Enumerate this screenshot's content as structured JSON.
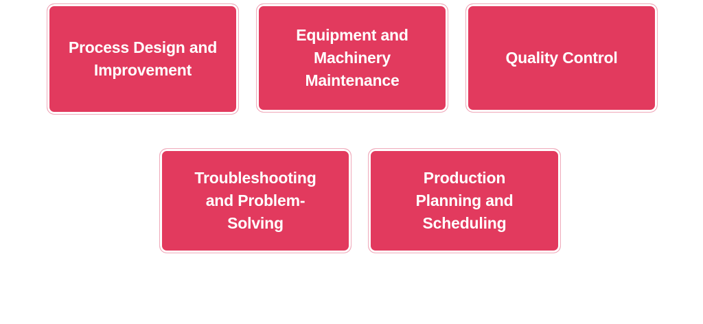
{
  "page": {
    "background_color": "#ffffff",
    "card_fill_color": "#e23a5e",
    "card_border_color": "#efa9ba",
    "card_inner_ring_color": "#ffffff",
    "card_text_color": "#ffffff"
  },
  "rows": [
    {
      "name": "top-row",
      "cards": [
        {
          "id": "process-design-and-improvement",
          "label": "Process Design and\nImprovement"
        },
        {
          "id": "equipment-and-machinery-maintenance",
          "label": "Equipment and\nMachinery\nMaintenance"
        },
        {
          "id": "quality-control",
          "label": "Quality Control"
        }
      ]
    },
    {
      "name": "bottom-row",
      "cards": [
        {
          "id": "troubleshooting-and-problem-solving",
          "label": "Troubleshooting\nand Problem-\nSolving"
        },
        {
          "id": "production-planning-and-scheduling",
          "label": "Production\nPlanning and\nScheduling"
        }
      ]
    }
  ]
}
